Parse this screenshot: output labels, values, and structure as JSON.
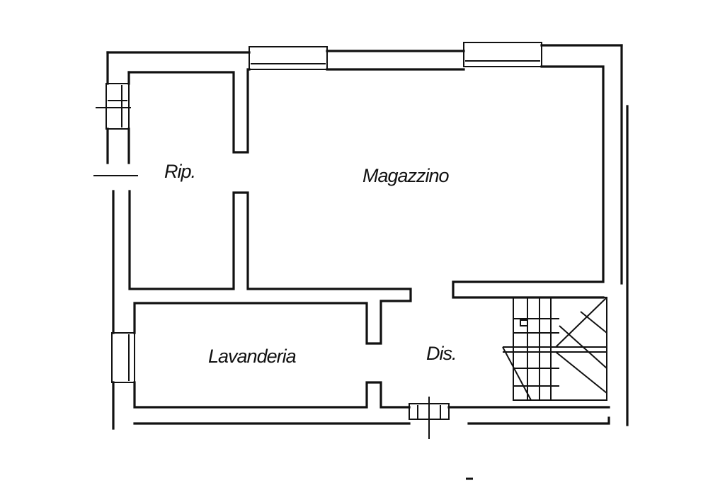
{
  "rooms": {
    "rip": "Rip.",
    "magazzino": "Magazzino",
    "lavanderia": "Lavanderia",
    "dis": "Dis."
  }
}
